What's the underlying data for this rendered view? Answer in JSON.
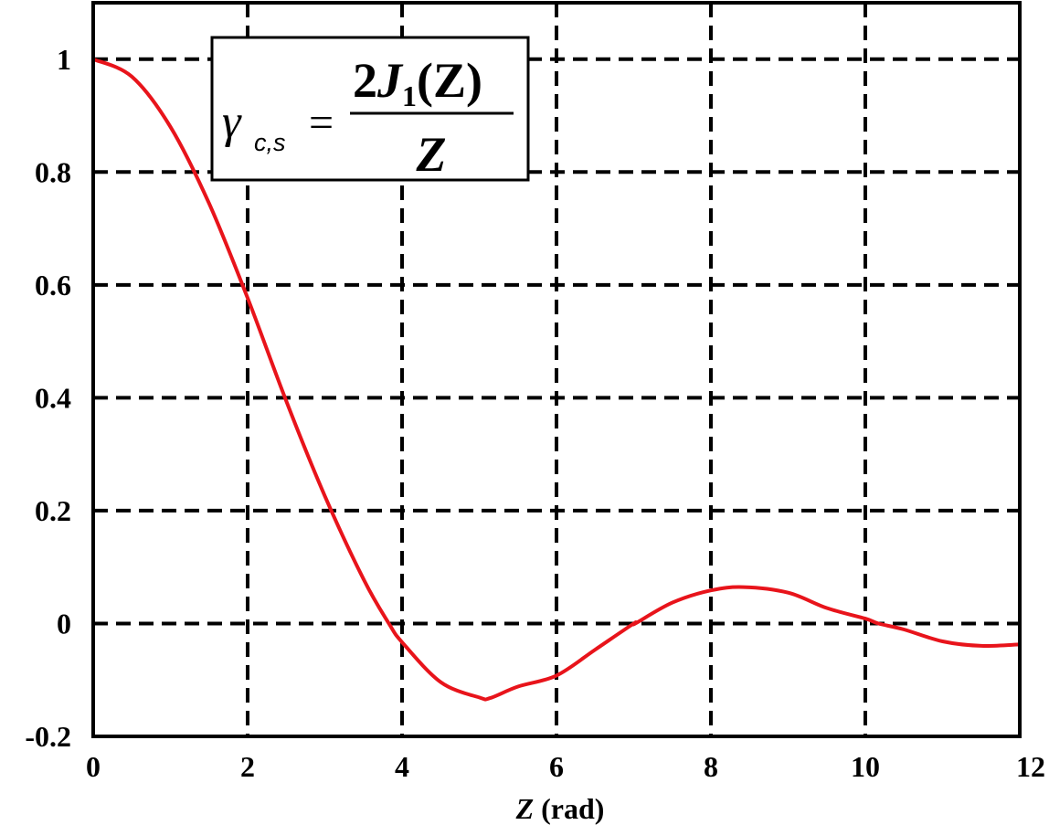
{
  "chart_data": {
    "type": "line",
    "title": "",
    "xlabel_var": "Z",
    "xlabel_unit": "(rad)",
    "ylabel": "",
    "xlim": [
      0,
      12
    ],
    "ylim": [
      -0.2,
      1.1
    ],
    "xticks": [
      0,
      2,
      4,
      6,
      8,
      10,
      12
    ],
    "xtick_labels": [
      "0",
      "2",
      "4",
      "6",
      "8",
      "10",
      "12"
    ],
    "yticks": [
      -0.2,
      0,
      0.2,
      0.4,
      0.6,
      0.8,
      1
    ],
    "ytick_labels": [
      "-0.2",
      "0",
      "0.2",
      "0.4",
      "0.6",
      "0.8",
      "1"
    ],
    "grid": true,
    "annotation": {
      "lhs_symbol": "γ",
      "lhs_subscript": "c,s",
      "equals": "=",
      "numerator_coef": "2",
      "numerator_func": "J",
      "numerator_sub": "1",
      "numerator_arg": "(Z)",
      "denominator": "Z",
      "placement": "top-left"
    },
    "series": [
      {
        "color": "#e8141b",
        "x": [
          0,
          0.5,
          1,
          1.5,
          2,
          2.5,
          3,
          3.5,
          3.83,
          4,
          4.5,
          5,
          5.14,
          5.5,
          6,
          6.5,
          7,
          7.02,
          7.5,
          8,
          8.42,
          9,
          9.5,
          10,
          10.17,
          10.5,
          11,
          11.5,
          12
        ],
        "y": [
          1.0,
          0.9691,
          0.8801,
          0.7445,
          0.5767,
          0.3942,
          0.226,
          0.0787,
          0.0,
          -0.0331,
          -0.1038,
          -0.131,
          -0.1322,
          -0.1117,
          -0.0922,
          -0.0464,
          0.0,
          0.0,
          0.037,
          0.0587,
          0.0645,
          0.0547,
          0.0274,
          0.0087,
          0.0,
          -0.0106,
          -0.0316,
          -0.0396,
          -0.0371
        ]
      }
    ]
  }
}
